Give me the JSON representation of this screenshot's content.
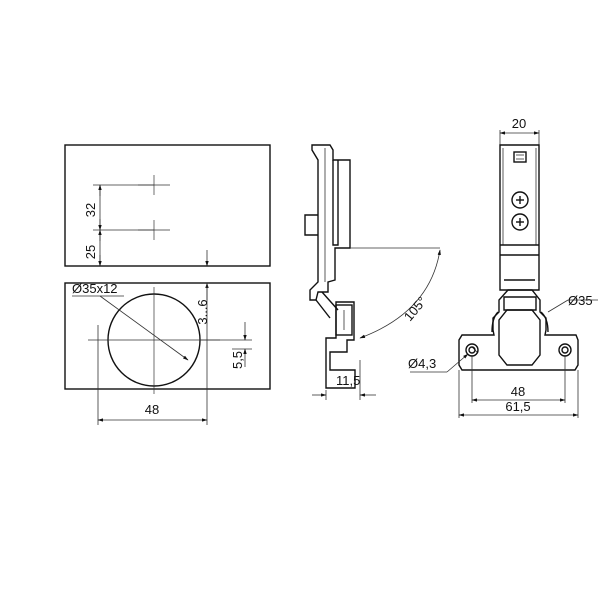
{
  "drawing": {
    "front_view": {
      "dim_32": "32",
      "dim_25": "25",
      "dim_cup": "Ø35x12",
      "dim_3_6": "3...6",
      "dim_5_5": "5,5",
      "dim_48": "48"
    },
    "side_view": {
      "dim_angle": "105°",
      "dim_11_5": "11,5"
    },
    "hinge_view": {
      "dim_20": "20",
      "dim_cup_dia": "Ø35",
      "dim_hole": "Ø4,3",
      "dim_48": "48",
      "dim_61_5": "61,5"
    }
  }
}
